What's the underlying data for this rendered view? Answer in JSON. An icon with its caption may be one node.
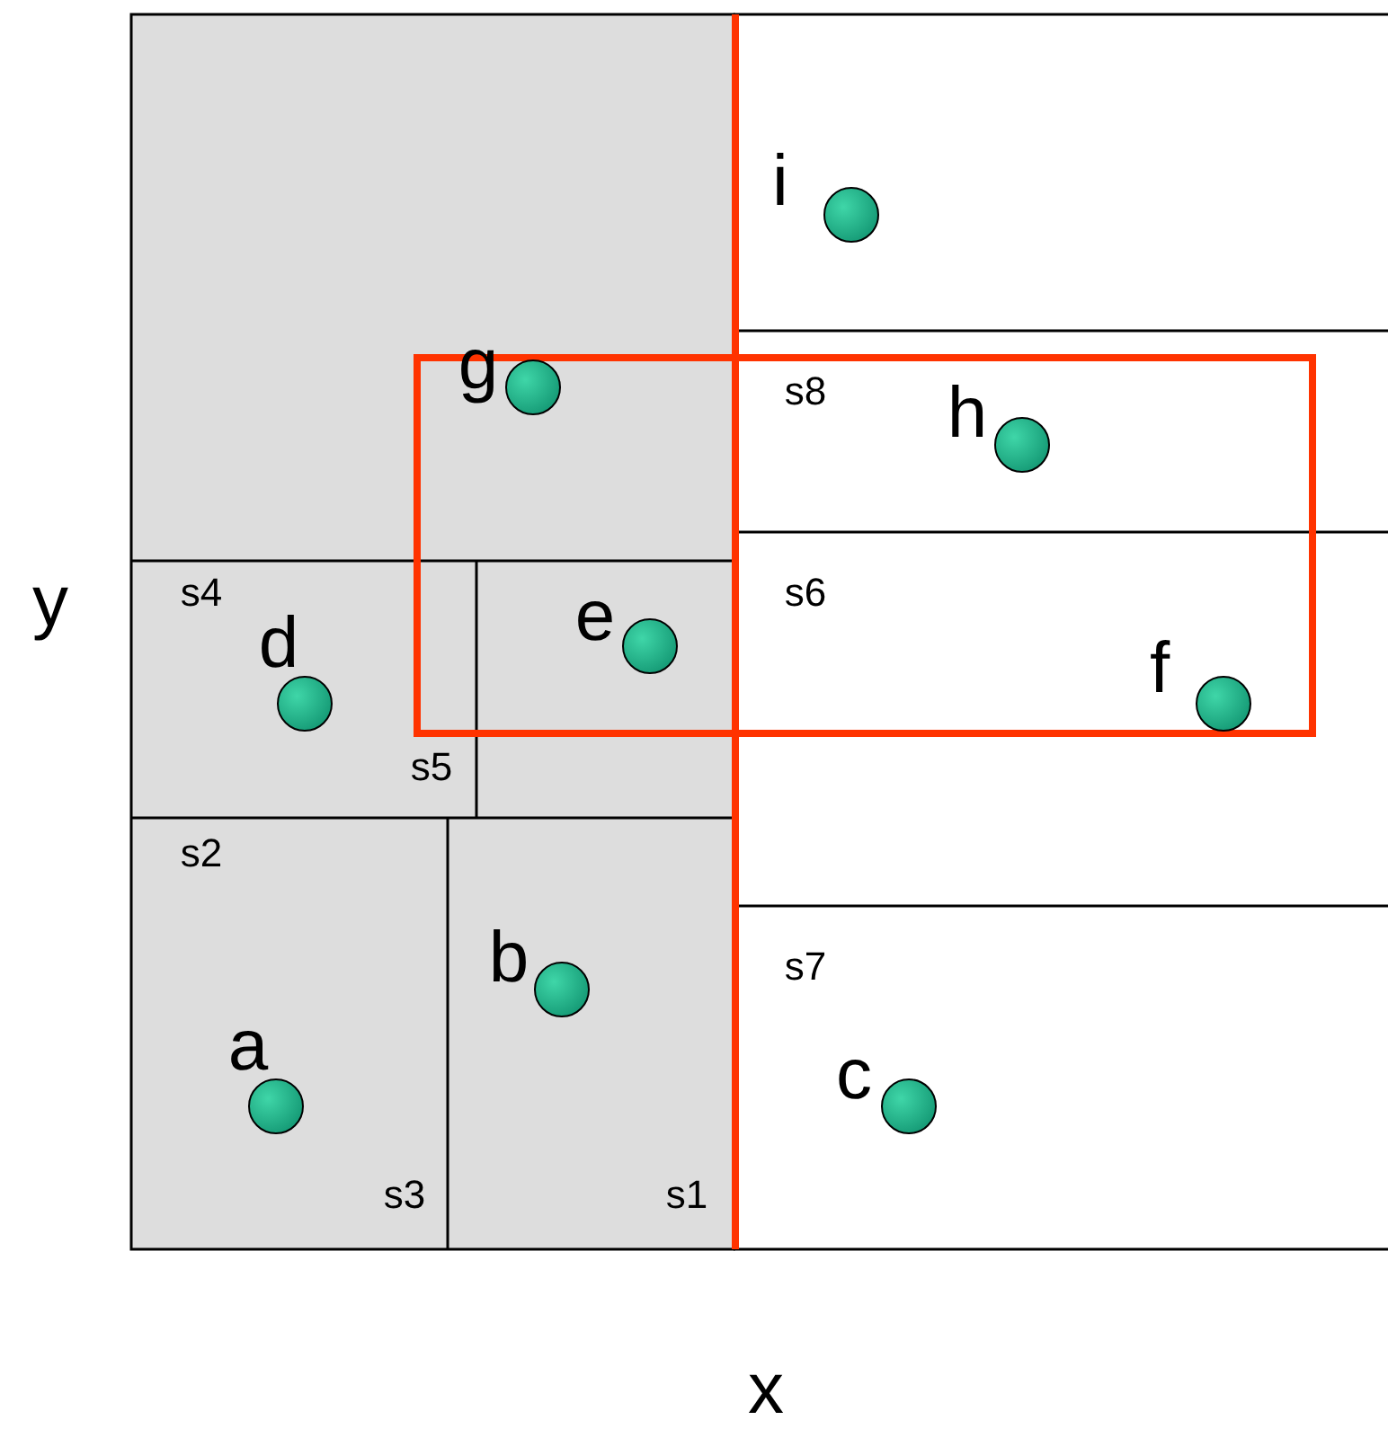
{
  "diagram": {
    "nodes": [
      {
        "text": [],
        "shape": "circle",
        "beside": [
          "i"
        ]
      },
      {
        "text": [],
        "shape": "circle",
        "beside": [
          "g"
        ]
      },
      {
        "text": [],
        "shape": "circle",
        "beside": [
          "h"
        ]
      },
      {
        "text": [],
        "shape": "circle",
        "beside": [
          "e"
        ]
      },
      {
        "text": [],
        "shape": "circle",
        "beside": [
          "d"
        ]
      },
      {
        "text": [],
        "shape": "circle",
        "beside": [
          "f"
        ]
      },
      {
        "text": [],
        "shape": "circle",
        "beside": [
          "b"
        ]
      },
      {
        "text": [],
        "shape": "circle",
        "beside": [
          "a"
        ]
      },
      {
        "text": [],
        "shape": "circle",
        "beside": [
          "c"
        ]
      }
    ],
    "edges": [],
    "labels": [
      "s8",
      "s4",
      "s6",
      "s5",
      "s2",
      "s7",
      "s3",
      "s1",
      "y",
      "x"
    ]
  }
}
